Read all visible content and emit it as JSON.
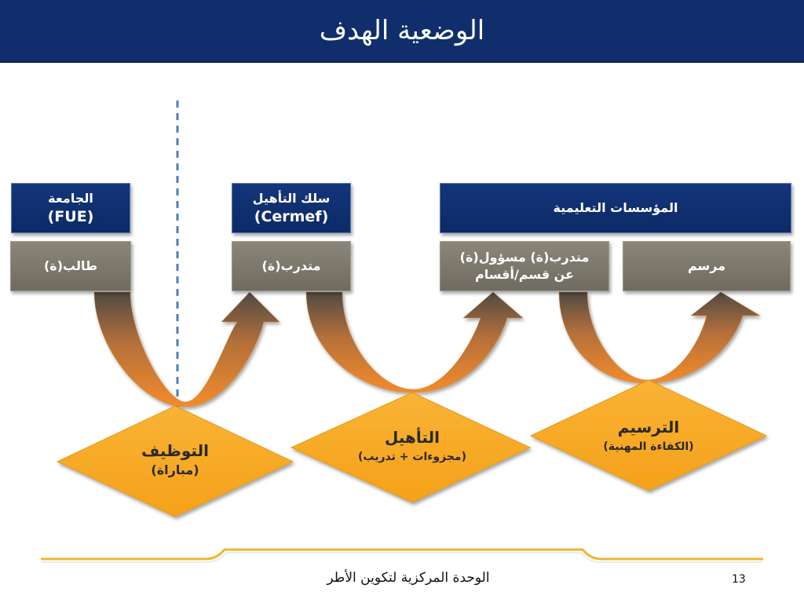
{
  "slide": {
    "title": "الوضعية الهدف",
    "page_number": "13",
    "footer": "الوحدة المركزية لتكوين الأطر"
  },
  "institutions": {
    "university": {
      "name": "الجامعة",
      "code": "(FUE)"
    },
    "qualification_track": {
      "name": "سلك التأهيل",
      "code": "(Cermef)"
    },
    "educational_institutions": {
      "name": "المؤسسات التعليمية"
    }
  },
  "statuses": {
    "student": "طالب(ة)",
    "trainee": "متدرب(ة)",
    "trainee_responsible_line1": "متدرب(ة) مسؤول(ة)",
    "trainee_responsible_line2": "عن قسم/أقسام",
    "tenured": "مرسم"
  },
  "stages": {
    "recruitment": {
      "label": "التوظيف",
      "detail": "(مباراة)"
    },
    "qualification": {
      "label": "التأهيل",
      "detail": "(مجزوءات + تدريب)"
    },
    "tenure": {
      "label": "الترسيم",
      "detail": "(الكفاءة المهنية)"
    }
  },
  "colors": {
    "title_bar": "#0f2e6b",
    "box_blue": "#0c2a66",
    "box_gray": "#7a766b",
    "diamond": "#f7a823",
    "arrow_orange": "#f08a2c",
    "arrow_gray": "#5b564f",
    "divider_dashed": "#4a7fc1",
    "footer_line": "#f0b530"
  }
}
